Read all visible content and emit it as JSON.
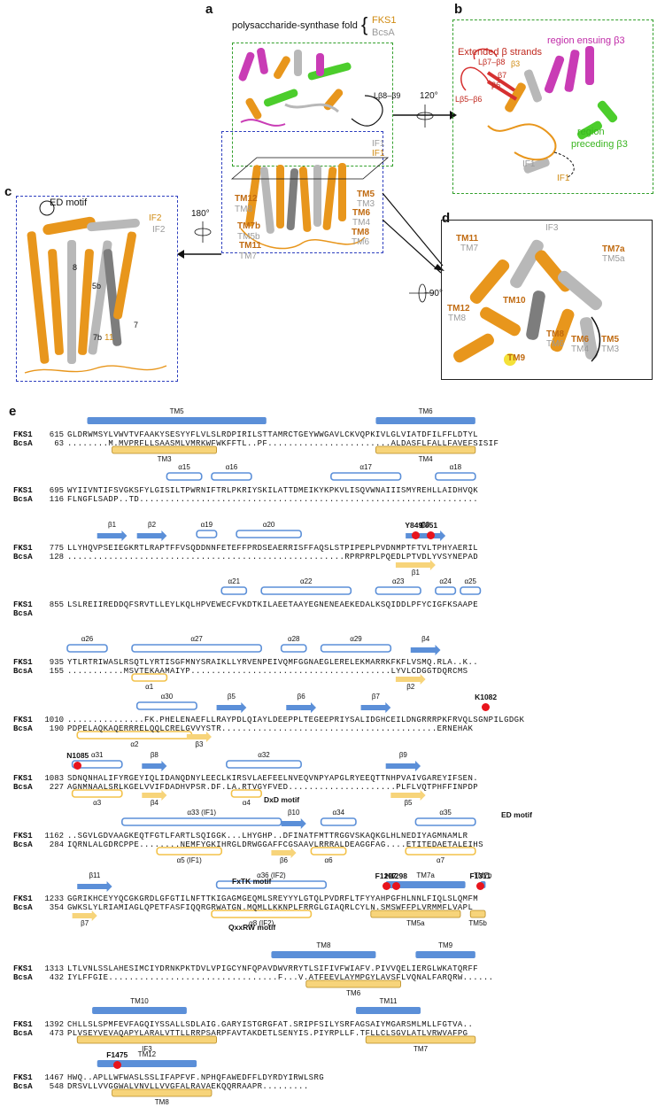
{
  "panels": {
    "a": "a",
    "b": "b",
    "c": "c",
    "d": "d",
    "e": "e"
  },
  "panel_a": {
    "fold_label": "polysaccharide-synthase fold",
    "fks1": "FKS1",
    "bcsa": "BcsA",
    "loop": "Lβ8–β9",
    "if1_gray": "IF1",
    "if1_orange": "IF1",
    "tm_left_orange": [
      "TM12",
      "TM7b",
      "TM11"
    ],
    "tm_left_gray": [
      "TM8",
      "TM5b",
      "TM7"
    ],
    "tm_right_orange": [
      "TM5",
      "TM6",
      "TM8"
    ],
    "tm_right_gray": [
      "TM3",
      "TM4",
      "TM6"
    ],
    "rot_120": "120°",
    "rot_180": "180°",
    "rot_90": "−90°"
  },
  "panel_b": {
    "extended": "Extended β strands",
    "l78": "Lβ7–β8",
    "b3": "β3",
    "b7": "β7",
    "b6": "β6",
    "l56": "Lβ5–β6",
    "region_ensuing": "region ensuing β3",
    "region_preceding_1": "region",
    "region_preceding_2": "preceding β3",
    "if1_gray": "IF1",
    "if1_orange": "IF1"
  },
  "panel_c": {
    "ed_motif": "ED motif",
    "if2_orange": "IF2",
    "if2_gray": "IF2",
    "nums": [
      "8",
      "5b",
      "7",
      "7b",
      "11"
    ]
  },
  "panel_d": {
    "labels_orange": [
      "TM11",
      "TM7a",
      "TM12",
      "TM10",
      "TM8",
      "TM6",
      "TM5",
      "TM9"
    ],
    "labels_gray": [
      "TM7",
      "TM5a",
      "TM8",
      "TM6",
      "TM4",
      "TM3",
      "IF3"
    ]
  },
  "alignment": {
    "names": [
      "FKS1",
      "BcsA"
    ],
    "blocks": [
      {
        "fks_num": "615",
        "bcs_num": "63",
        "fks_seq": "GLDRWMSYLVWVTVFAAKYSESYYFLVLSLRDPIRILSTTAMRCTGEYWWGAVLCKVQPKIVLGLVIATDFILFFLDTYL",
        "bcs_seq": "........M.MVPRFLLSAASMLVMRKWFWKFFTL..PF........................ALDASFLFALLFAVEFSISIF",
        "ss_top": [
          "TM5",
          "TM6"
        ],
        "ss_bottom": [
          "TM3",
          "TM4"
        ]
      },
      {
        "fks_num": "695",
        "bcs_num": "116",
        "fks_seq": "WYIIVNTIFSVGKSFYLGISILTPWRNIFTRLPKRIYSKILATTDMEIKYKPKVLISQVWNAIIISMYREHLLAIDHVQK",
        "bcs_seq": "FLNGFLSADP..TD..................................................................",
        "ss_top": [
          "α15",
          "α16",
          "α17",
          "α18"
        ],
        "ss_bottom": []
      },
      {
        "fks_num": "775",
        "bcs_num": "128",
        "fks_seq": "LLYHQVPSEIEGKRTLRAPTFFVSQDDNNFETEFFPRDSEAERRISFFAQSLSTPIPEPLPVDNMPTFTVLTPHYAERIL",
        "bcs_seq": "......................................................RPRPRPLPQEDLPTVDLYVSYNEPAD",
        "ss_top": [
          "β1",
          "β2",
          "α19",
          "α20",
          "β3"
        ],
        "ss_bottom": [
          "β1"
        ],
        "residues": [
          "Y849",
          "E851"
        ]
      },
      {
        "fks_num": "855",
        "bcs_num": "",
        "fks_seq": "LSLREIIREDDQFSRVTLLEYLKQLHPVEWECFVKDTKILAEETAAYEGNENEAEKEDALKSQIDDLPFYCIGFKSAAPE",
        "bcs_seq": "",
        "ss_top": [
          "α21",
          "α22",
          "α23",
          "α24",
          "α25"
        ],
        "ss_bottom": []
      },
      {
        "fks_num": "935",
        "bcs_num": "155",
        "fks_seq": "YTLRTRIWASLRSQTLYRTISGFMNYSRAIKLLYRVENPEIVQMFGGNAEGLERELEKMARRKFKFLVSMQ.RLA..K..",
        "bcs_seq": "...........MSVTEKAAMAIYP.......................................LYVLCDGGTDQRCMS",
        "ss_top": [
          "α26",
          "α27",
          "α28",
          "α29",
          "β4"
        ],
        "ss_bottom": [
          "α1",
          "β2"
        ]
      },
      {
        "fks_num": "1010",
        "bcs_num": "190",
        "fks_seq": "...............FK.PHELENAEFLLRAYPDLQIAYLDEEPPLTEGEEPRIYSALIDGHCEILDNGRRRPKFRVQLSGNPILGDGK",
        "bcs_seq": "PDPELAQKAQERRRELQQLCRELGVVYSTR..........................................ERNEHAK",
        "ss_top": [
          "α30",
          "β5",
          "β6",
          "β7"
        ],
        "ss_bottom": [
          "α2",
          "β3"
        ],
        "residues": [
          "K1082"
        ]
      },
      {
        "fks_num": "1083",
        "bcs_num": "227",
        "fks_seq": "SDNQNHALIFYRGEYIQLIDANQDNYLEECLKIRSVLAEFEELNVEQVNPYAPGLRYEEQTTNHPVAIVGAREYIFSEN.",
        "bcs_seq": "AGNMNAALSRLKGELVVIFDADHVPSR.DF.LA.RTVGYFVED.....................PLFLVQTPHFFINPDP",
        "ss_top": [
          "α31",
          "β8",
          "α32",
          "β9"
        ],
        "ss_bottom": [
          "α3",
          "β4",
          "α4",
          "β5"
        ],
        "residues": [
          "N1085"
        ],
        "motif": "DxD motif"
      },
      {
        "fks_num": "1162",
        "bcs_num": "284",
        "fks_seq": "..SGVLGDVAAGKEQTFGTLFARTLSQIGGK...LHYGHP..DFINATFMTTRGGVSKAQKGLHLNEDIYAGMNAMLR",
        "bcs_seq": "IQRNLALGDRCPPE........NEMFYGKIHRGLDRWGGAFFCGSAAVLRRRALDEAGGFAG....ETITEDAETALEIHS",
        "ss_top": [
          "α33 (IF1)",
          "β10",
          "α34",
          "α35"
        ],
        "ss_bottom": [
          "α5 (IF1)",
          "β6",
          "α6",
          "α7"
        ],
        "motif": "ED motif"
      },
      {
        "fks_num": "1233",
        "bcs_num": "354",
        "fks_seq": "GGRIKHCEYYQCGKGRDLGFGTILNFTTKIGAGMGEQMLSREYYYLGTQLPVDRFLTFYYAHPGFHLNNLFIQLSLQMFM",
        "bcs_seq": "GWKSLYLRIAMIAGLQPETFASFIQQRGRWATGN.MQMLLKKNPLFRRGLGIAQRLCYLN.SMSWFFPLVRMMFLVAPL",
        "ss_top": [
          "β11",
          "α36 (IF2)",
          "TM7a",
          "TM7b"
        ],
        "ss_bottom": [
          "β7",
          "α8 (IF2)",
          "TM5a",
          "TM5b"
        ],
        "residues": [
          "F1297",
          "H1298",
          "F1311"
        ],
        "motifs": [
          "FxTK motif",
          "QxxRW motif"
        ]
      },
      {
        "fks_num": "1313",
        "bcs_num": "432",
        "fks_seq": "LTLVNLSSLAHESIMCIYDRNKPKTDVLVPIGCYNFQPAVDWVRRYTLSIFIVFWIAFV.PIVVQELIERGLWKATQRFF",
        "bcs_seq": "IYLFFGIE.................................F...V.ATFEEVLAYMPGYLAVSFLVQNALFARQRW......",
        "ss_top": [
          "TM8",
          "TM9"
        ],
        "ss_bottom": [
          "TM6"
        ]
      },
      {
        "fks_num": "1392",
        "bcs_num": "473",
        "fks_seq": "CHLLSLSPMFEVFAGQIYSSALLSDLAIG.GARYISTGRGFAT.SRIPFSILYSRFAGSAIYMGARSMLMLLFGTVA..",
        "bcs_seq": "PLVSEYVEVAQAPYLARALVTTLLRRPSARPFAVTAKDETLSENYIS.PIYRPLLF.TFLLCLSGVLATLVRWVAFPG",
        "ss_top": [
          "TM10",
          "TM11"
        ],
        "ss_bottom": [
          "IF3",
          "TM7"
        ]
      },
      {
        "fks_num": "1467",
        "bcs_num": "548",
        "fks_seq": "HWQ..APLLWFWASLSSLIFAPFVF.NPHQFAWEDFFLDYRDYIRWLSRG",
        "bcs_seq": "DRSVLLVVGGWALVNVLLVVGFALRAVAEKQQRRAAPR.........",
        "ss_top": [
          "TM12"
        ],
        "ss_bottom": [
          "TM8"
        ],
        "residues": [
          "F1475"
        ]
      }
    ]
  },
  "colors": {
    "orange": "#e8961c",
    "gray": "#b8b8b8",
    "green": "#33a02c",
    "blue_dash": "#2e3fbf",
    "magenta": "#c02aa8",
    "red": "#c0281e",
    "helix_blue": "#5b8fd8",
    "bcsa_yellow": "#f7d47a",
    "conserved_red": "#d7191c"
  }
}
